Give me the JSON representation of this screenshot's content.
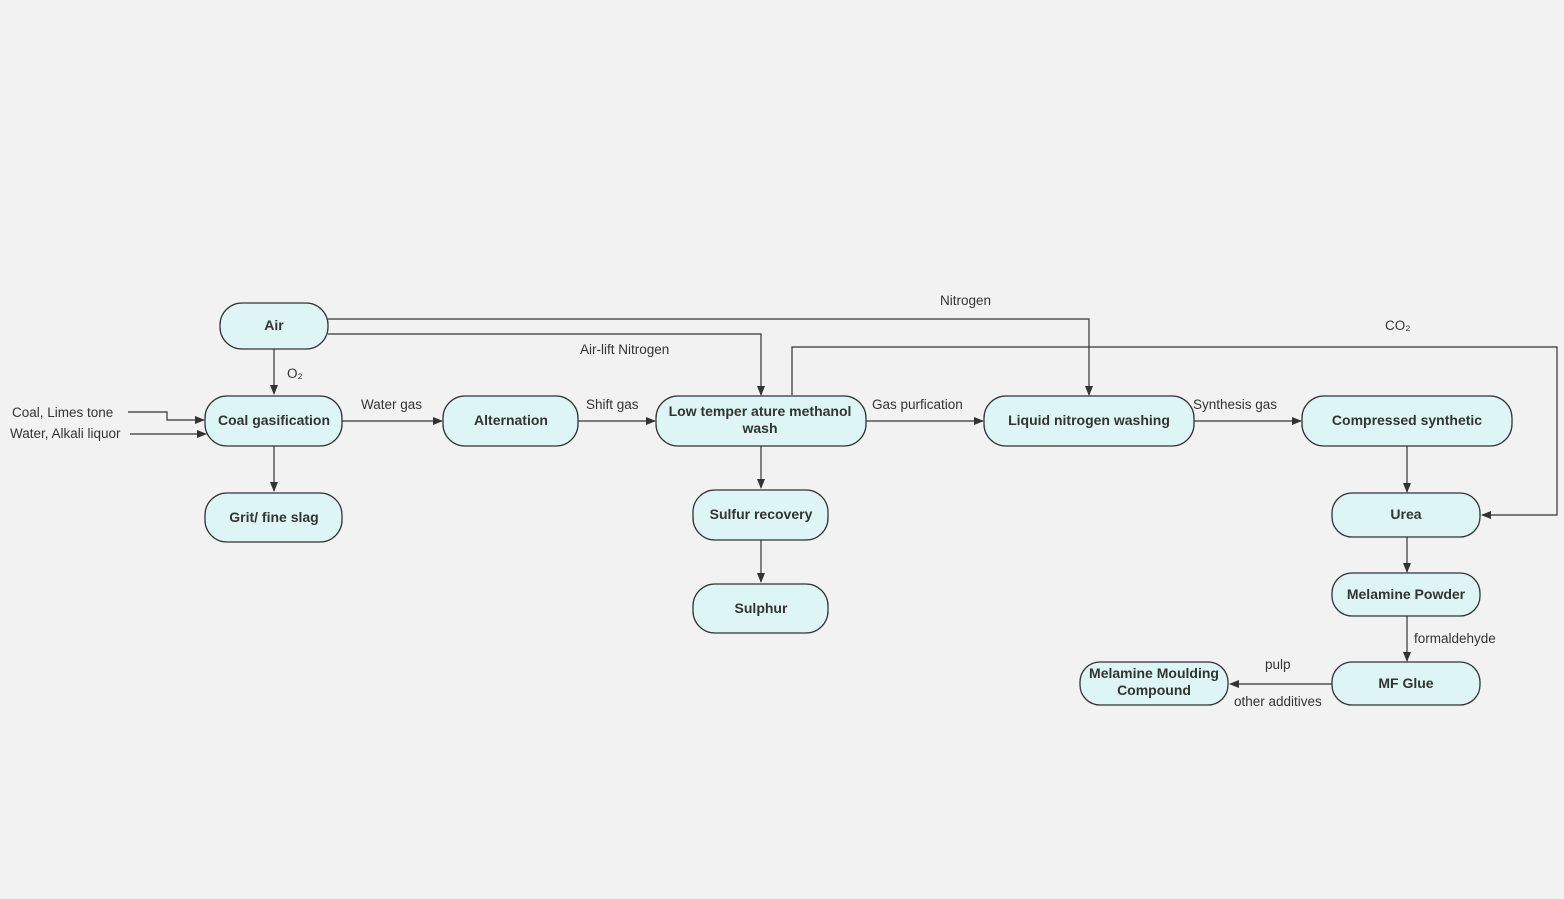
{
  "diagram": {
    "nodes": {
      "air": "Air",
      "coal_gasification": "Coal gasification",
      "grit_fine_slag": "Grit/ fine slag",
      "alternation": "Alternation",
      "methanol_wash_line1": "Low temper ature methanol",
      "methanol_wash_line2": "wash",
      "sulfur_recovery": "Sulfur recovery",
      "sulphur": "Sulphur",
      "liquid_nitrogen_washing": "Liquid nitrogen washing",
      "compressed_synthetic": "Compressed synthetic",
      "urea": "Urea",
      "melamine_powder": "Melamine Powder",
      "mf_glue": "MF Glue",
      "melamine_moulding_line1": "Melamine Moulding",
      "melamine_moulding_line2": "Compound"
    },
    "edge_labels": {
      "coal_limestone": "Coal, Limes tone",
      "water_alkali": "Water, Alkali liquor",
      "o2": "O₂",
      "water_gas": "Water gas",
      "shift_gas": "Shift gas",
      "air_lift_nitrogen": "Air-lift Nitrogen",
      "nitrogen": "Nitrogen",
      "gas_purification": "Gas purfication",
      "synthesis_gas": "Synthesis gas",
      "co2": "CO₂",
      "formaldehyde": "formaldehyde",
      "pulp": "pulp",
      "other_additives": "other additives"
    }
  },
  "colors": {
    "node_fill": "#ddf5f5",
    "stroke": "#333333",
    "background": "#f2f2f2"
  }
}
